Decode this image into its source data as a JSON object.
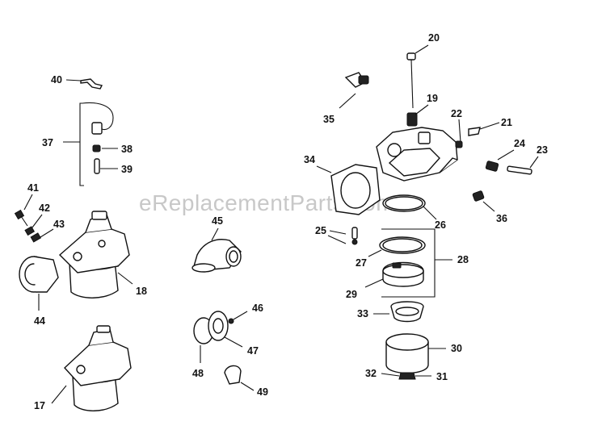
{
  "watermark": "eReplacementParts.com",
  "callouts": {
    "c17": "17",
    "c18": "18",
    "c19": "19",
    "c20": "20",
    "c21": "21",
    "c22": "22",
    "c23": "23",
    "c24": "24",
    "c25": "25",
    "c26": "26",
    "c27": "27",
    "c28": "28",
    "c29": "29",
    "c30": "30",
    "c31": "31",
    "c32": "32",
    "c33": "33",
    "c34": "34",
    "c35": "35",
    "c36": "36",
    "c37": "37",
    "c38": "38",
    "c39": "39",
    "c40": "40",
    "c41": "41",
    "c42": "42",
    "c43": "43",
    "c44": "44",
    "c45": "45",
    "c46": "46",
    "c47": "47",
    "c48": "48",
    "c49": "49"
  }
}
